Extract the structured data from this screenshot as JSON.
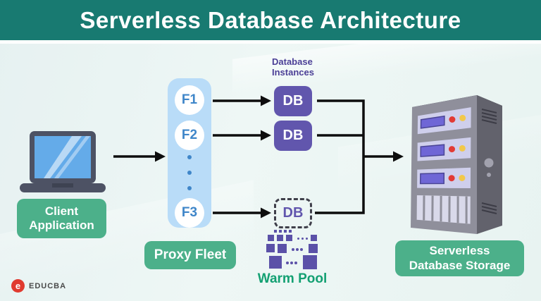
{
  "header": {
    "title": "Serverless Database Architecture"
  },
  "nodes": {
    "client": {
      "lines": [
        "Client",
        "Application"
      ]
    },
    "proxy": {
      "label": "Proxy Fleet",
      "instances": [
        "F1",
        "F2",
        "F3"
      ]
    },
    "database_instances": {
      "heading_lines": [
        "Database",
        "Instances"
      ],
      "items": [
        "DB",
        "DB"
      ]
    },
    "warm_pool": {
      "label": "Warm Pool",
      "db": "DB"
    },
    "storage": {
      "lines": [
        "Serverless",
        "Database Storage"
      ]
    }
  },
  "branding": {
    "logo_glyph": "e",
    "logo_text": "EDUCBA"
  },
  "colors": {
    "header_bg": "#187a71",
    "badge_green": "#4cb08a",
    "proxy_panel": "#b9dcf8",
    "proxy_text": "#3f86c9",
    "db_purple": "#6156ad",
    "instances_heading": "#4b3f96",
    "warm_pool_text": "#13a072",
    "arrow_black": "#0d0d0d",
    "laptop_screen_blue": "#64abe9",
    "server_gray": "#8f8f9b",
    "logo_red": "#e03a2f"
  }
}
